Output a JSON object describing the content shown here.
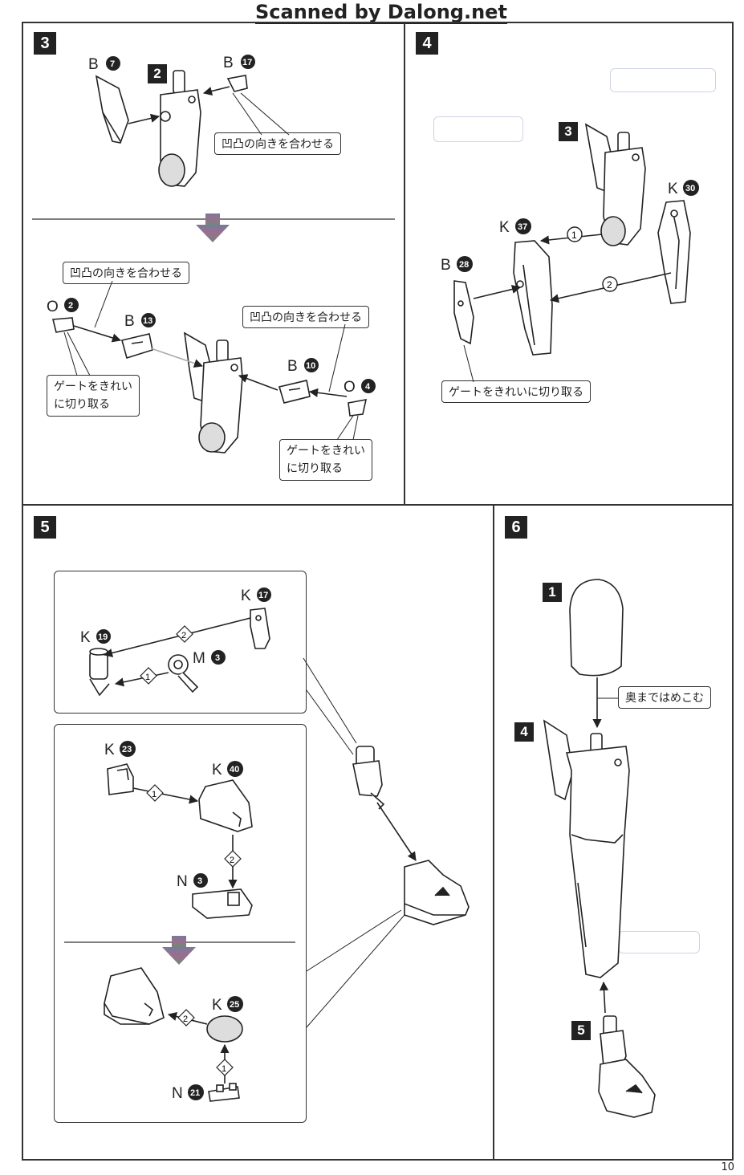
{
  "header": {
    "scan_credit": "Scanned by Dalong.net"
  },
  "page_number": "10",
  "steps": {
    "s3": {
      "number": "3",
      "part_b7": {
        "letter": "B",
        "num": "7"
      },
      "part_b17": {
        "letter": "B",
        "num": "17"
      },
      "subassembly": "2",
      "callout_align_top": "凹凸の向きを合わせる",
      "callout_align_left": "凹凸の向きを合わせる",
      "callout_align_right": "凹凸の向きを合わせる",
      "callout_gate_left_1": "ゲートをきれい",
      "callout_gate_left_2": "に切り取る",
      "callout_gate_right_1": "ゲートをきれい",
      "callout_gate_right_2": "に切り取る",
      "part_o2": {
        "letter": "O",
        "num": "2"
      },
      "part_b13": {
        "letter": "B",
        "num": "13"
      },
      "part_b10": {
        "letter": "B",
        "num": "10"
      },
      "part_o4": {
        "letter": "O",
        "num": "4"
      }
    },
    "s4": {
      "number": "4",
      "subassembly": "3",
      "part_k30": {
        "letter": "K",
        "num": "30"
      },
      "part_k37": {
        "letter": "K",
        "num": "37"
      },
      "part_b28": {
        "letter": "B",
        "num": "28"
      },
      "order_1": "1",
      "order_2": "2",
      "callout_gate": "ゲートをきれいに切り取る"
    },
    "s5": {
      "number": "5",
      "part_k17": {
        "letter": "K",
        "num": "17"
      },
      "part_k19": {
        "letter": "K",
        "num": "19"
      },
      "part_m3": {
        "letter": "M",
        "num": "3"
      },
      "part_k23": {
        "letter": "K",
        "num": "23"
      },
      "part_k40": {
        "letter": "K",
        "num": "40"
      },
      "part_n3": {
        "letter": "N",
        "num": "3"
      },
      "part_k25": {
        "letter": "K",
        "num": "25"
      },
      "part_n21": {
        "letter": "N",
        "num": "21"
      },
      "order_1": "1",
      "order_2": "2"
    },
    "s6": {
      "number": "6",
      "sub_1": "1",
      "sub_4": "4",
      "sub_5": "5",
      "callout_push": "奥まではめこむ"
    }
  }
}
